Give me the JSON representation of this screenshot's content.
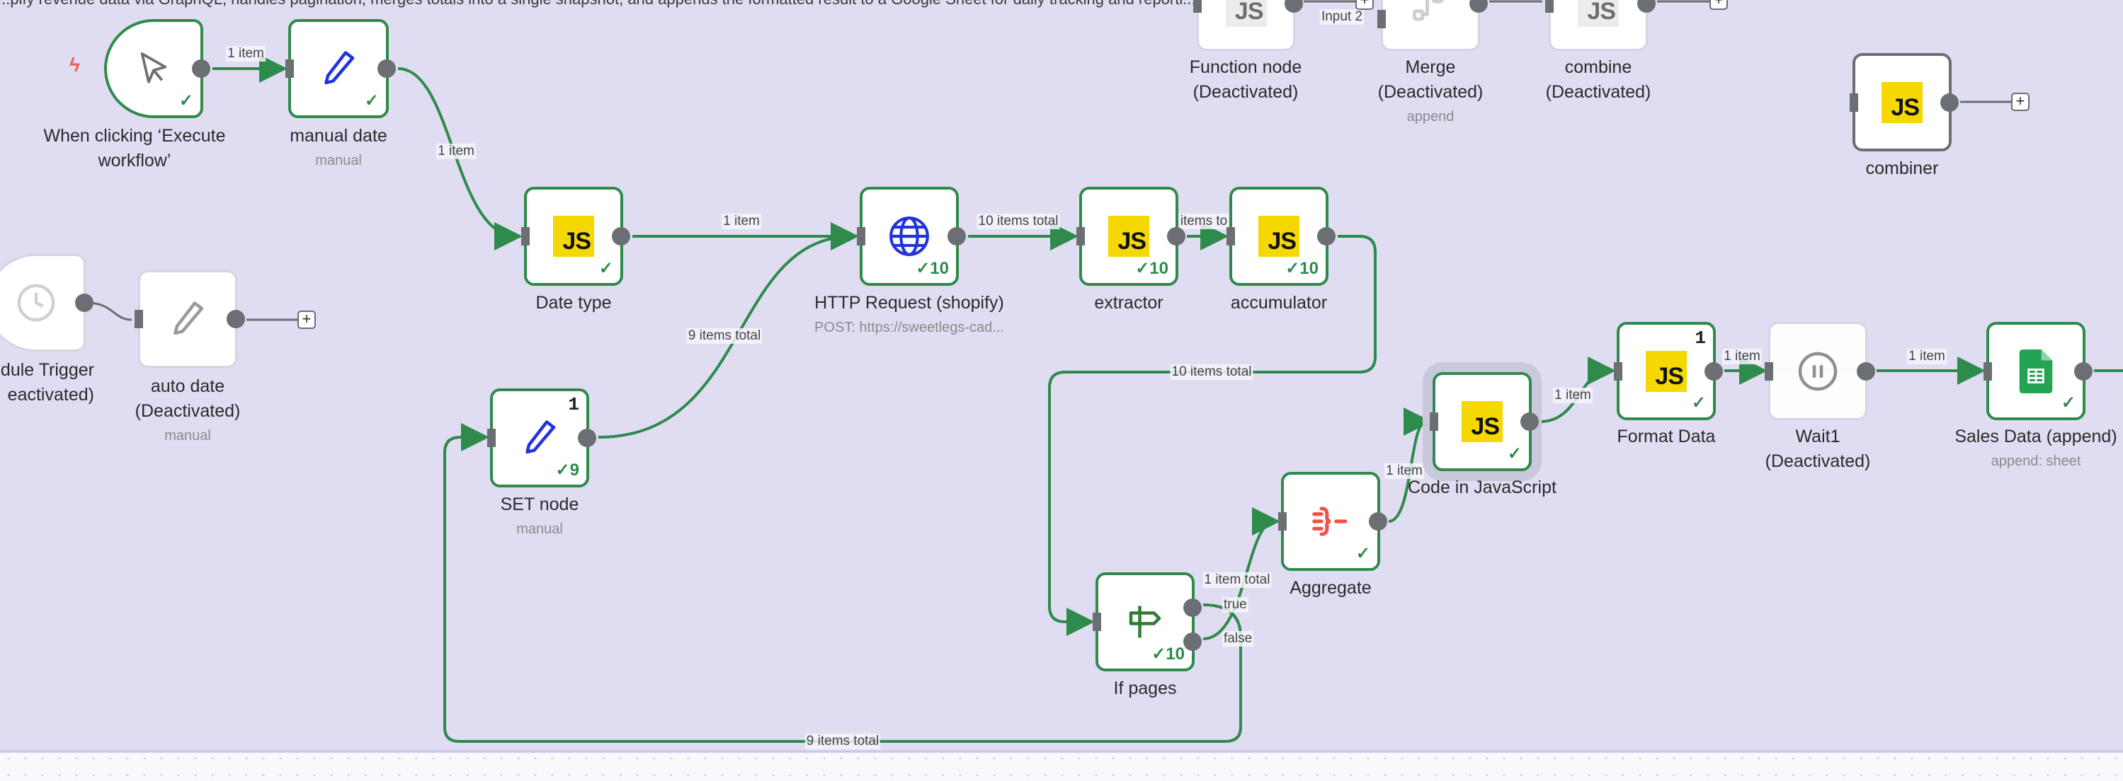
{
  "workflow": {
    "description": "...pify revenue data via GraphQL, handles pagination, merges totals into a single snapshot, and appends the formatted result to a Google Sheet for daily tracking and reporti..."
  },
  "colors": {
    "canvas_bg": "#e0ddf3",
    "success_green": "#2e8b4c",
    "handle_gray": "#6b6e73",
    "js_yellow": "#f5d800",
    "trigger_bolt": "#f25c54",
    "http_blue": "#2233dd",
    "aggregate_red": "#f0524a",
    "sheets_green": "#23a455"
  },
  "nodes": {
    "manual_trigger": {
      "name": "When clicking ‘Execute workflow’",
      "icon": "cursor-icon",
      "status": "success",
      "check": "✓"
    },
    "manual_date": {
      "name": "manual date",
      "subtitle": "manual",
      "icon": "pencil-icon",
      "status": "success",
      "check": "✓"
    },
    "date_type": {
      "name": "Date type",
      "icon": "javascript-icon",
      "js": "JS",
      "status": "success",
      "check": "✓"
    },
    "http_request": {
      "name": "HTTP Request (shopify)",
      "subtitle": "POST: https://sweetlegs-cad...",
      "icon": "globe-icon",
      "status": "success",
      "check": "✓10"
    },
    "extractor": {
      "name": "extractor",
      "icon": "javascript-icon",
      "js": "JS",
      "status": "success",
      "check": "✓10"
    },
    "accumulator": {
      "name": "accumulator",
      "icon": "javascript-icon",
      "js": "JS",
      "status": "success",
      "check": "✓10"
    },
    "schedule_trigger": {
      "name": "edule Trigger",
      "name2": "eactivated)",
      "icon": "clock-icon",
      "status": "deactivated"
    },
    "auto_date": {
      "name": "auto date",
      "name2": "(Deactivated)",
      "subtitle": "manual",
      "icon": "pencil-icon",
      "status": "deactivated"
    },
    "set_node": {
      "name": "SET node",
      "subtitle": "manual",
      "icon": "pencil-icon",
      "status": "success",
      "run_count": "1",
      "check": "✓9"
    },
    "if_pages": {
      "name": "If pages",
      "icon": "signpost-icon",
      "status": "success",
      "check": "✓10",
      "outputs": [
        "true",
        "false"
      ]
    },
    "aggregate": {
      "name": "Aggregate",
      "icon": "aggregate-icon",
      "status": "success",
      "check": "✓"
    },
    "code_js": {
      "name": "Code in JavaScript",
      "icon": "javascript-icon",
      "js": "JS",
      "status": "success",
      "check": "✓",
      "selected": true
    },
    "format_data": {
      "name": "Format Data",
      "icon": "javascript-icon",
      "js": "JS",
      "status": "success",
      "run_count": "1",
      "check": "✓"
    },
    "wait1": {
      "name": "Wait1",
      "name2": "(Deactivated)",
      "icon": "pause-icon",
      "status": "deactivated"
    },
    "sales_data": {
      "name": "Sales Data (append)",
      "subtitle": "append: sheet",
      "icon": "google-sheets-icon",
      "status": "success",
      "check": "✓"
    },
    "function_node": {
      "name": "Function node",
      "name2": "(Deactivated)",
      "icon": "javascript-icon",
      "js": "JS",
      "status": "deactivated"
    },
    "merge": {
      "name": "Merge",
      "name2": "(Deactivated)",
      "subtitle": "append",
      "icon": "merge-icon",
      "status": "deactivated",
      "input_label": "Input 2"
    },
    "combine": {
      "name": "combine",
      "name2": "(Deactivated)",
      "icon": "javascript-icon",
      "js": "JS",
      "status": "deactivated"
    },
    "combiner": {
      "name": "combiner",
      "icon": "javascript-icon",
      "js": "JS",
      "status": "idle"
    }
  },
  "edges": {
    "trigger_to_manual": "1 item",
    "manual_to_datetype": "1 item",
    "datetype_to_http": "1 item",
    "set_to_http": "9 items total",
    "http_to_extractor": "10 items total",
    "extractor_to_accumulator": "items to",
    "accumulator_to_if": "10 items total",
    "if_true_to_aggregate": "1 item total",
    "if_false_to_set": "9 items total",
    "aggregate_to_code": "1 item",
    "code_to_format": "1 item",
    "format_to_wait": "1 item",
    "wait_to_sales": "1 item"
  },
  "add_button": "+"
}
